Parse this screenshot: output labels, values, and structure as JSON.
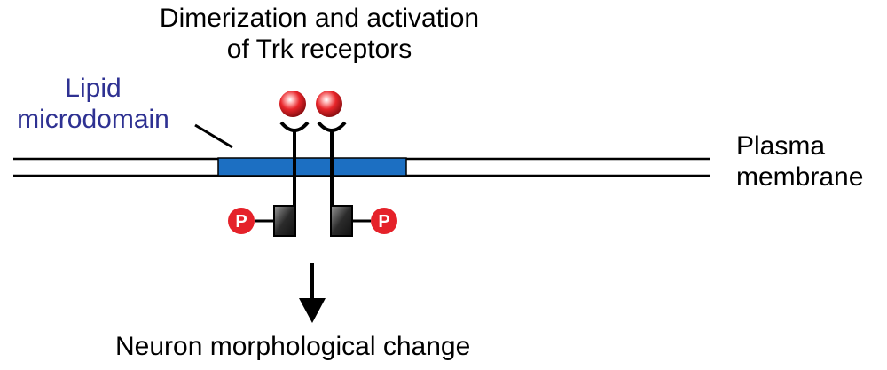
{
  "title": {
    "line1": "Dimerization and activation",
    "line2": "of Trk receptors"
  },
  "lipid_microdomain_label": {
    "line1": "Lipid",
    "line2": "microdomain"
  },
  "plasma_membrane_label": {
    "line1": "Plasma",
    "line2": "membrane"
  },
  "outcome_label": "Neuron morphological change",
  "phospho_marker": "P",
  "colors": {
    "lipid_microdomain": "#1c6fc2",
    "lipid_label_text": "#2e3192",
    "ligand": "#e8252a",
    "phospho": "#e5222a",
    "kinase_domain": "#2b2b2b",
    "lines": "#000000"
  },
  "icons": [
    "ligand-sphere-icon",
    "phosphate-icon",
    "kinase-domain-icon",
    "down-arrow-icon"
  ]
}
